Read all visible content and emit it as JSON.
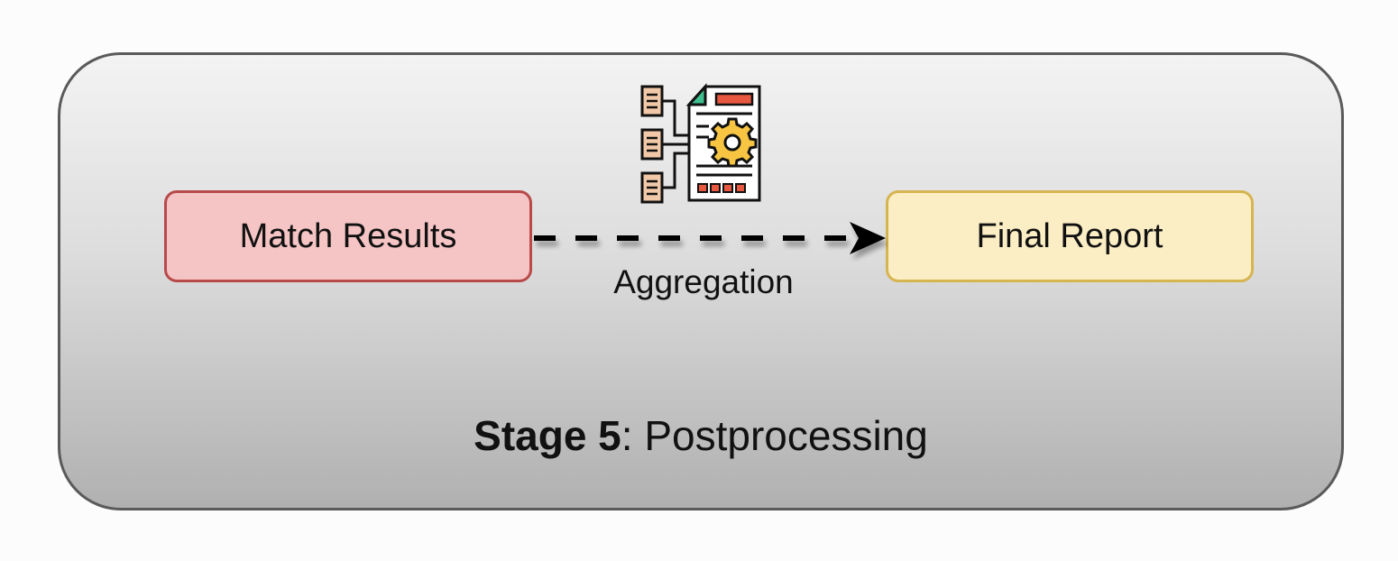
{
  "stage": {
    "bold_label": "Stage 5",
    "separator": ":",
    "title": " Postprocessing"
  },
  "nodes": {
    "source": "Match Results",
    "target": "Final Report"
  },
  "edge": {
    "label": "Aggregation",
    "style": "dashed"
  },
  "icon": "document-processing-icon",
  "colors": {
    "source_fill": "#f5c4c4",
    "source_border": "#b84a4a",
    "target_fill": "#fbeec4",
    "target_border": "#d6b450",
    "panel_border": "#5a5a5a"
  }
}
